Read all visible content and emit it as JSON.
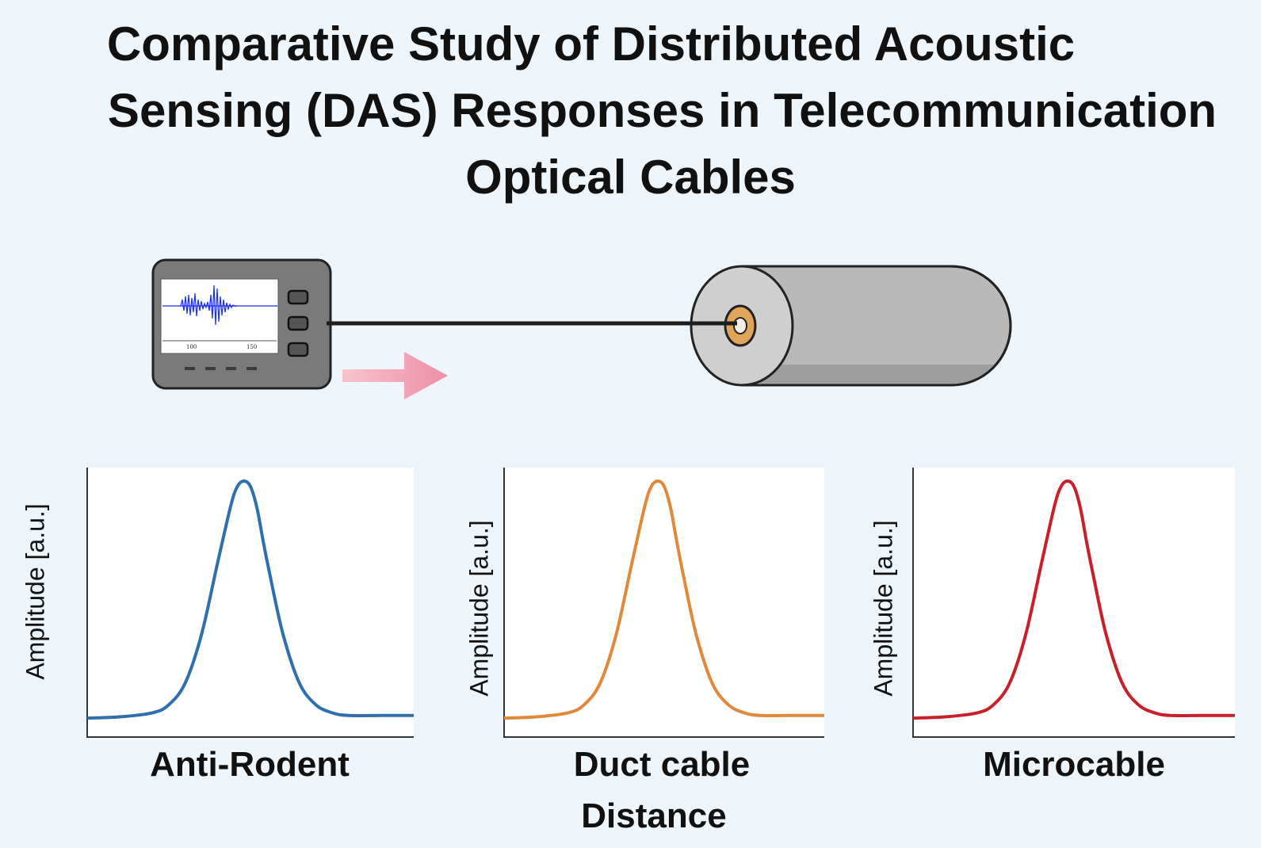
{
  "title": {
    "line1": "Comparative Study of Distributed Acoustic",
    "line2": "Sensing (DAS) Responses in Telecommunication",
    "line3": "Optical Cables"
  },
  "device": {
    "screen_ticks": [
      "100",
      "150"
    ]
  },
  "colors": {
    "background": "#eef6fb",
    "arrow": "#f2a3b6",
    "anti_rodent": "#2f6fad",
    "duct_cable": "#e0893a",
    "microcable": "#c8202a"
  },
  "shared_xlabel": "Distance",
  "chart_data": [
    {
      "type": "line",
      "name": "Anti-Rodent",
      "ylabel": "Amplitude [a.u.]",
      "xlabel": "Anti-Rodent",
      "color": "#2f6fad",
      "xlim": [
        0,
        1
      ],
      "ylim": [
        0,
        1
      ],
      "x": [
        0,
        0.1,
        0.2,
        0.25,
        0.3,
        0.35,
        0.4,
        0.44,
        0.46,
        0.48,
        0.5,
        0.52,
        0.54,
        0.56,
        0.6,
        0.65,
        0.7,
        0.75,
        0.8,
        0.9,
        1
      ],
      "y": [
        0.07,
        0.075,
        0.09,
        0.12,
        0.2,
        0.38,
        0.65,
        0.86,
        0.93,
        0.95,
        0.93,
        0.85,
        0.72,
        0.6,
        0.38,
        0.2,
        0.12,
        0.09,
        0.08,
        0.08,
        0.08
      ]
    },
    {
      "type": "line",
      "name": "Duct cable",
      "ylabel": "Amplitude [a.u.]",
      "xlabel": "Duct cable",
      "color": "#e0893a",
      "xlim": [
        0,
        1
      ],
      "ylim": [
        0,
        1
      ],
      "x": [
        0,
        0.1,
        0.2,
        0.25,
        0.3,
        0.35,
        0.4,
        0.44,
        0.46,
        0.48,
        0.5,
        0.52,
        0.54,
        0.56,
        0.6,
        0.65,
        0.7,
        0.75,
        0.8,
        0.9,
        1
      ],
      "y": [
        0.07,
        0.075,
        0.09,
        0.12,
        0.2,
        0.38,
        0.65,
        0.86,
        0.93,
        0.95,
        0.93,
        0.85,
        0.72,
        0.6,
        0.38,
        0.2,
        0.12,
        0.09,
        0.08,
        0.08,
        0.08
      ]
    },
    {
      "type": "line",
      "name": "Microcable",
      "ylabel": "Amplitude [a.u.]",
      "xlabel": "Microcable",
      "color": "#c8202a",
      "xlim": [
        0,
        1
      ],
      "ylim": [
        0,
        1
      ],
      "x": [
        0,
        0.1,
        0.2,
        0.25,
        0.3,
        0.35,
        0.4,
        0.44,
        0.46,
        0.48,
        0.5,
        0.52,
        0.54,
        0.56,
        0.6,
        0.65,
        0.7,
        0.75,
        0.8,
        0.9,
        1
      ],
      "y": [
        0.07,
        0.075,
        0.09,
        0.12,
        0.2,
        0.38,
        0.65,
        0.86,
        0.93,
        0.95,
        0.93,
        0.85,
        0.72,
        0.6,
        0.38,
        0.2,
        0.12,
        0.09,
        0.08,
        0.08,
        0.08
      ]
    }
  ]
}
